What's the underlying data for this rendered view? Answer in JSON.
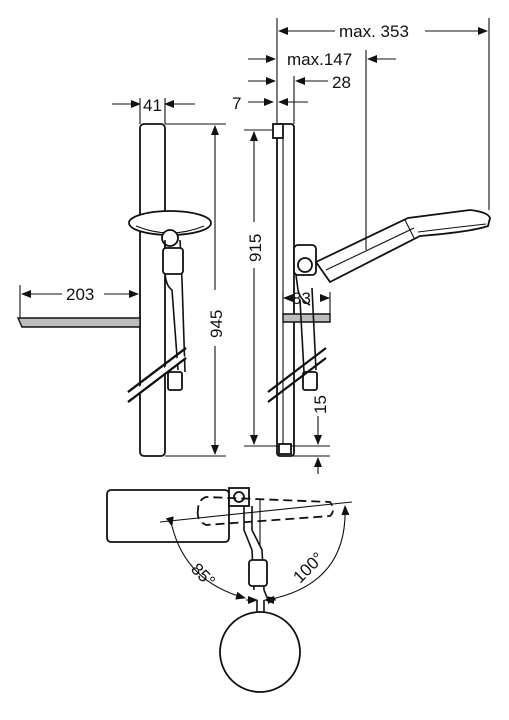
{
  "dimensions": {
    "max_353": "max. 353",
    "max_147": "max.147",
    "d_28": "28",
    "d_7": "7",
    "d_41": "41",
    "d_203": "203",
    "d_945": "945",
    "d_915": "915",
    "d_83": "83",
    "d_15": "15",
    "angle_85": "85°",
    "angle_100": "100°"
  }
}
